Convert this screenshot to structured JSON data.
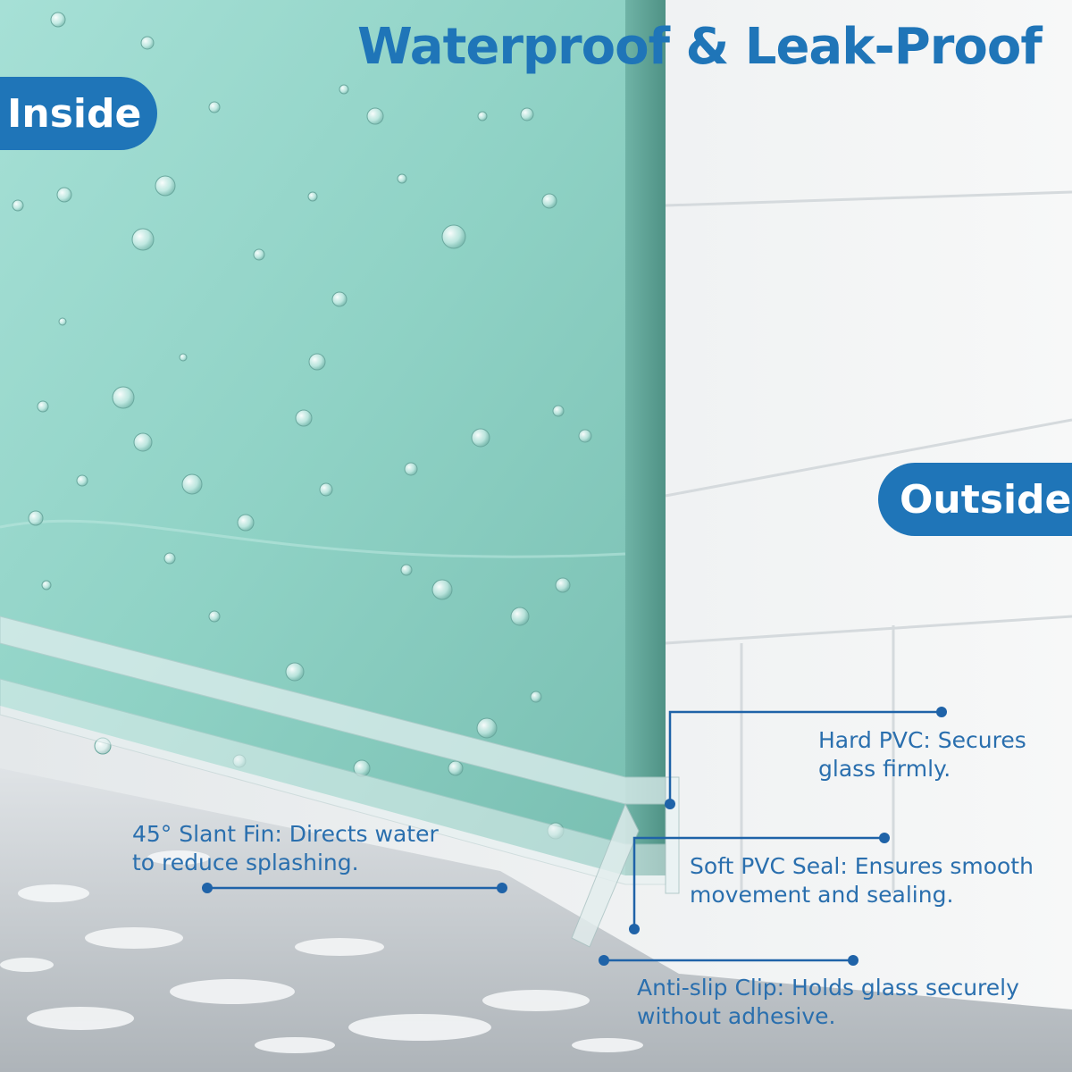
{
  "title": "Waterproof & Leak-Proof",
  "labels": {
    "inside": "Inside",
    "outside": "Outside"
  },
  "callouts": {
    "hard_pvc": {
      "line1": "Hard PVC: Secures",
      "line2": "glass firmly."
    },
    "slant_fin": {
      "line1": "45° Slant Fin: Directs water",
      "line2": "to reduce splashing."
    },
    "soft_seal": {
      "line1": "Soft PVC Seal: Ensures smooth",
      "line2": "movement and sealing."
    },
    "clip": {
      "line1": "Anti-slip Clip: Holds glass securely",
      "line2": "without adhesive."
    }
  },
  "colors": {
    "brand_blue": "#1f75b8",
    "callout_text": "#2a6fae",
    "line_color": "#1f63a8",
    "glass": "#8fd3c7",
    "glass_edge": "#5fa89b",
    "wall": "#eef0f1",
    "floor": "#c9ced2"
  }
}
